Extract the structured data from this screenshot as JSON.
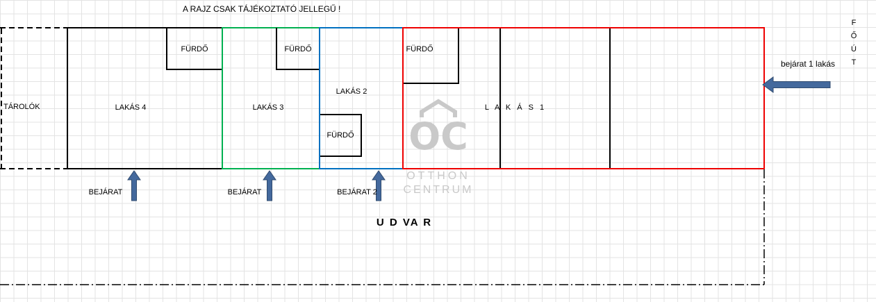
{
  "note": "A RAJZ CSAK TÁJÉKOZTATÓ JELLEGŰ !",
  "storage": {
    "label": "TÁROLÓK"
  },
  "apartments": {
    "lakas4": "LAKÁS 4",
    "lakas3": "LAKÁS 3",
    "lakas2": "LAKÁS 2",
    "lakas1": "L A K Á S  1"
  },
  "bathroom_label": "FÜRDŐ",
  "entrances": {
    "bejarat": "BEJÁRAT",
    "bejarat_2": "BEJÁRAT 2",
    "bejarat_1_lakas": "bejárat 1 lakás"
  },
  "courtyard_label": "U D VA R",
  "main_road_letters": [
    "F",
    "Ő",
    "Ú",
    "T"
  ],
  "watermark": {
    "monogram": "OC",
    "line1": "OTTHON",
    "line2": "CENTRUM"
  },
  "colors": {
    "apartment4_outline": "#000000",
    "apartment3_outline": "#00b050",
    "apartment2_outline": "#0070c0",
    "apartment1_outline": "#ee0000",
    "arrow_fill": "#44699d",
    "arrow_stroke": "#2f4a6e",
    "watermark": "#c9c9c9"
  }
}
